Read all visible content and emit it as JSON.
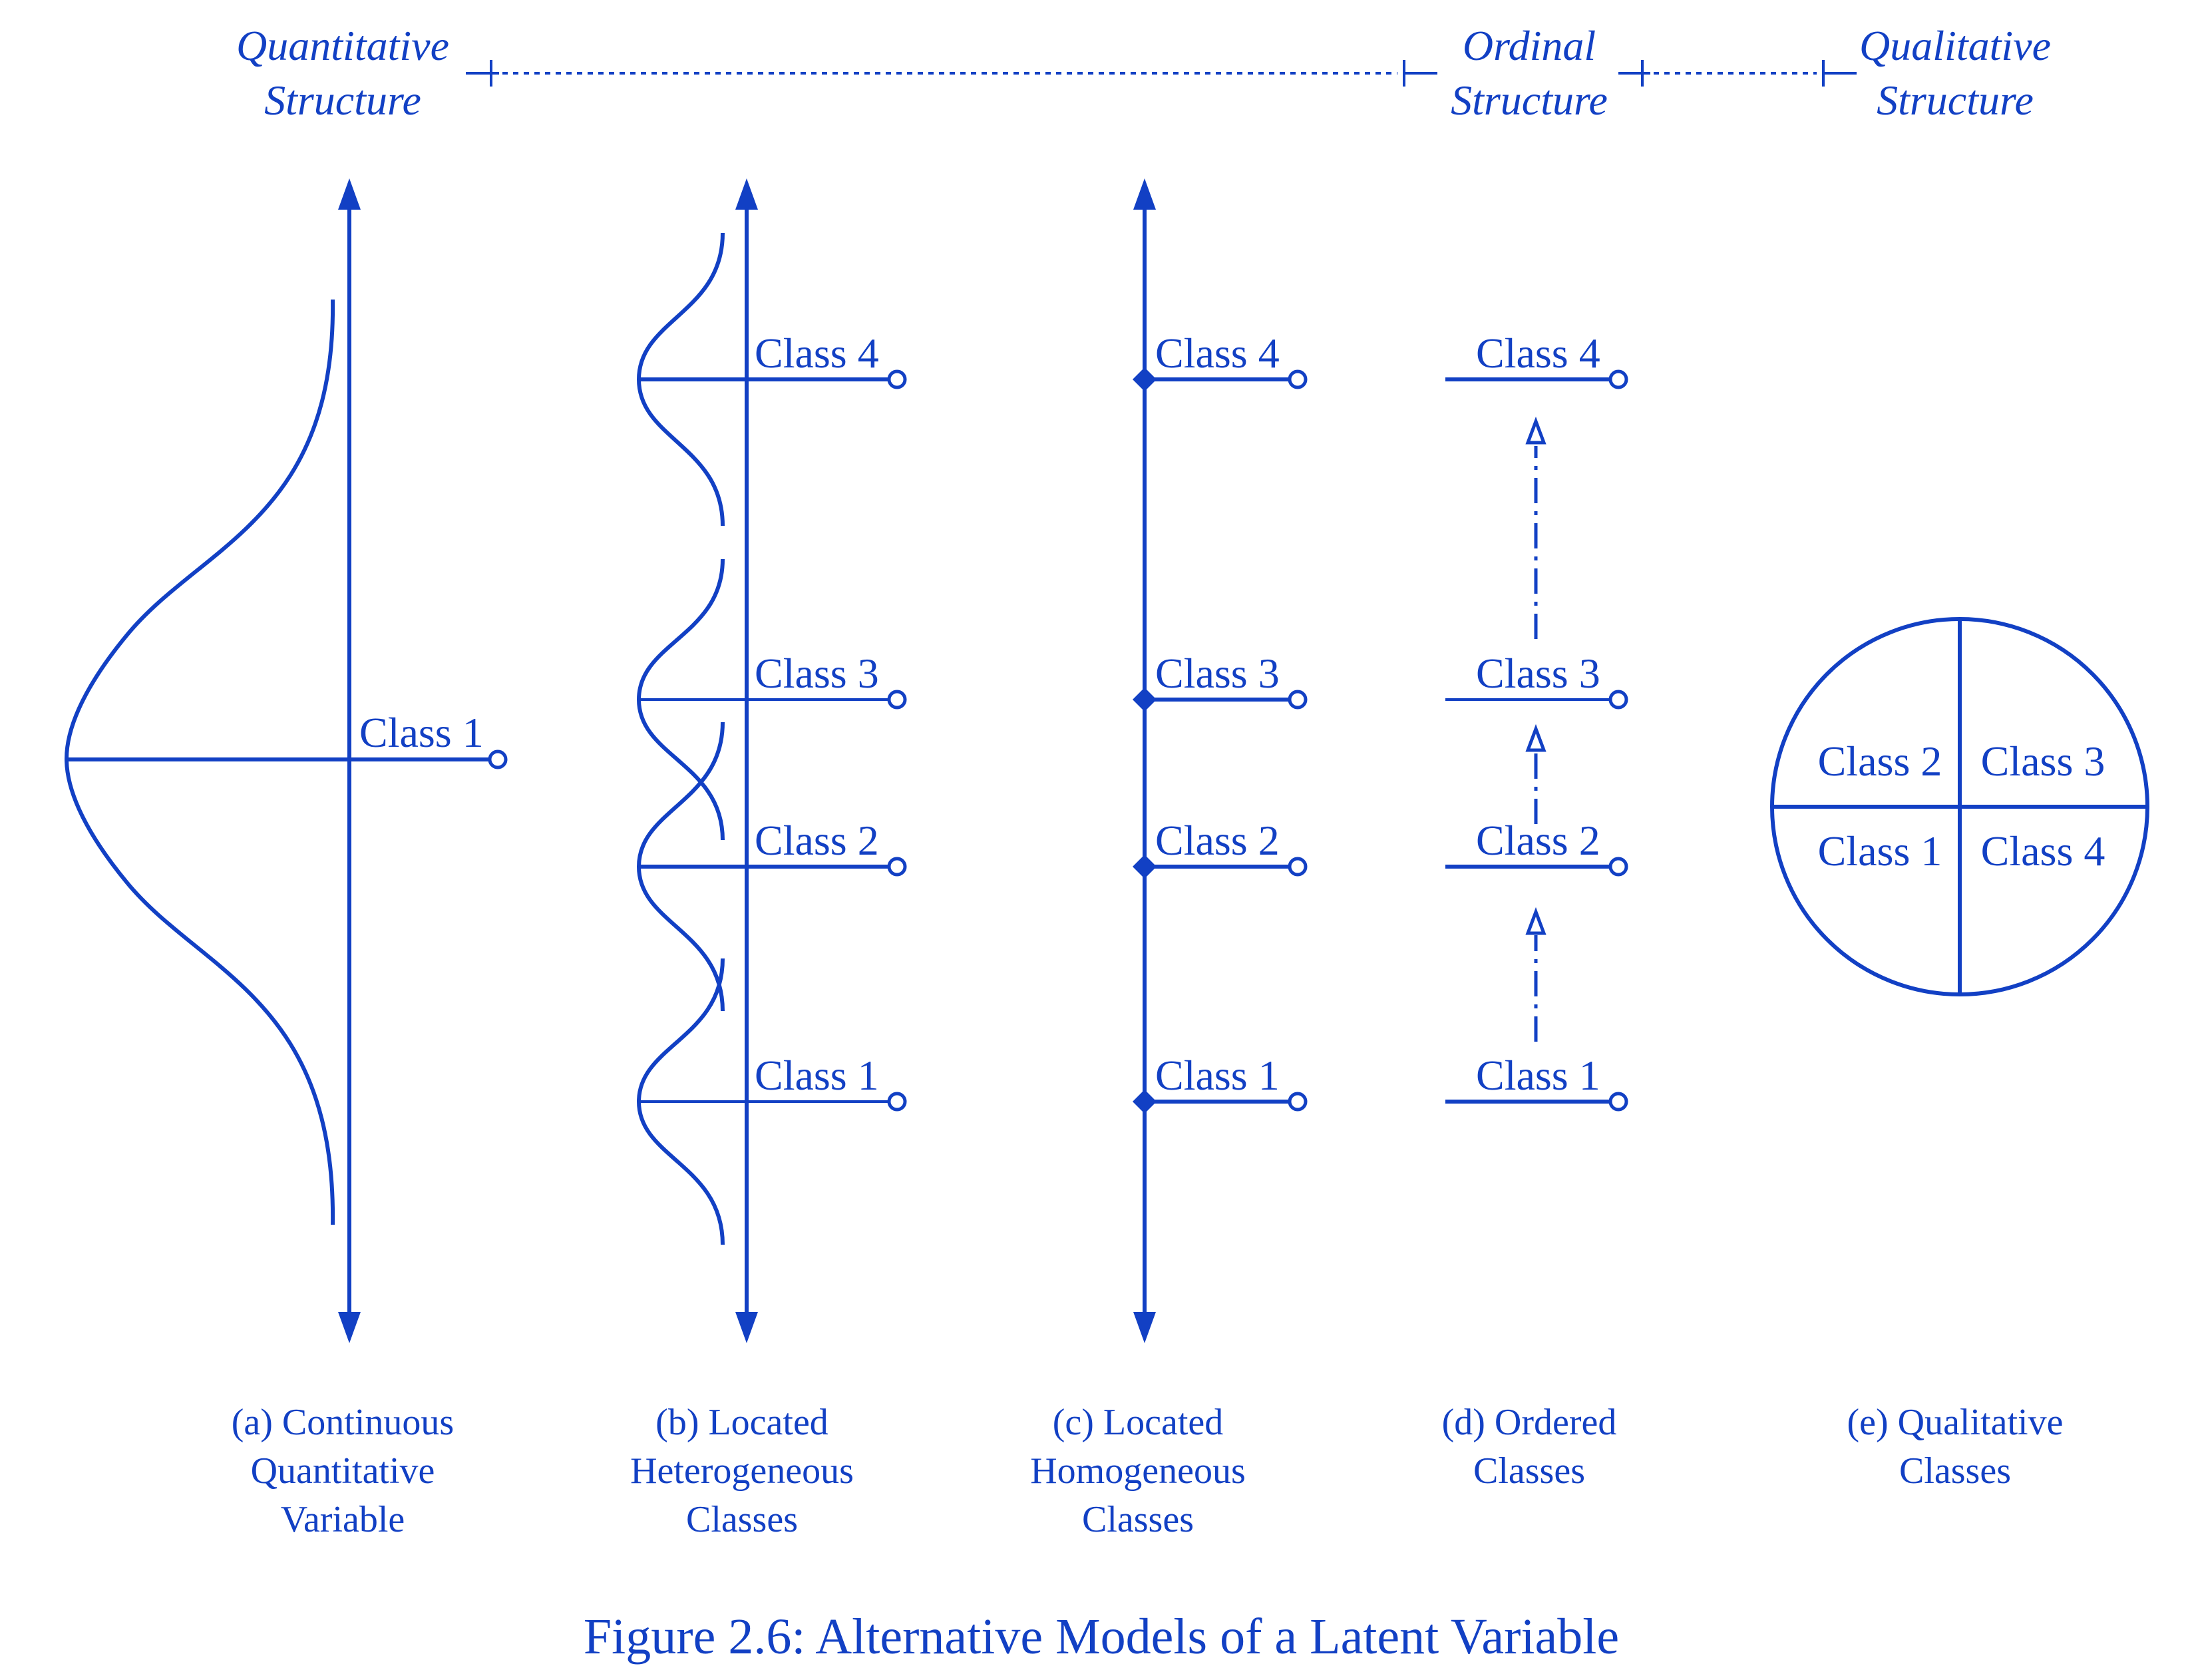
{
  "headers": {
    "quantitative": [
      "Quantitative",
      "Structure"
    ],
    "ordinal": [
      "Ordinal",
      "Structure"
    ],
    "qualitative": [
      "Qualitative",
      "Structure"
    ]
  },
  "panels": {
    "a": {
      "class_label": "Class 1",
      "caption": [
        "(a) Continuous",
        "Quantitative",
        "Variable"
      ]
    },
    "b": {
      "classes": [
        "Class 4",
        "Class 3",
        "Class 2",
        "Class 1"
      ],
      "caption": [
        "(b) Located",
        "Heterogeneous",
        "Classes"
      ]
    },
    "c": {
      "classes": [
        "Class 4",
        "Class 3",
        "Class 2",
        "Class 1"
      ],
      "caption": [
        "(c) Located",
        "Homogeneous",
        "Classes"
      ]
    },
    "d": {
      "classes": [
        "Class 4",
        "Class 3",
        "Class 2",
        "Class 1"
      ],
      "caption": [
        "(d) Ordered",
        "Classes"
      ]
    },
    "e": {
      "quadrants": [
        "Class 2",
        "Class 3",
        "Class 1",
        "Class 4"
      ],
      "caption": [
        "(e) Qualitative",
        "Classes"
      ]
    }
  },
  "figure_title": "Figure 2.6: Alternative Models of a Latent Variable",
  "colors": {
    "ink": "#1240c4",
    "background": "#ffffff"
  }
}
